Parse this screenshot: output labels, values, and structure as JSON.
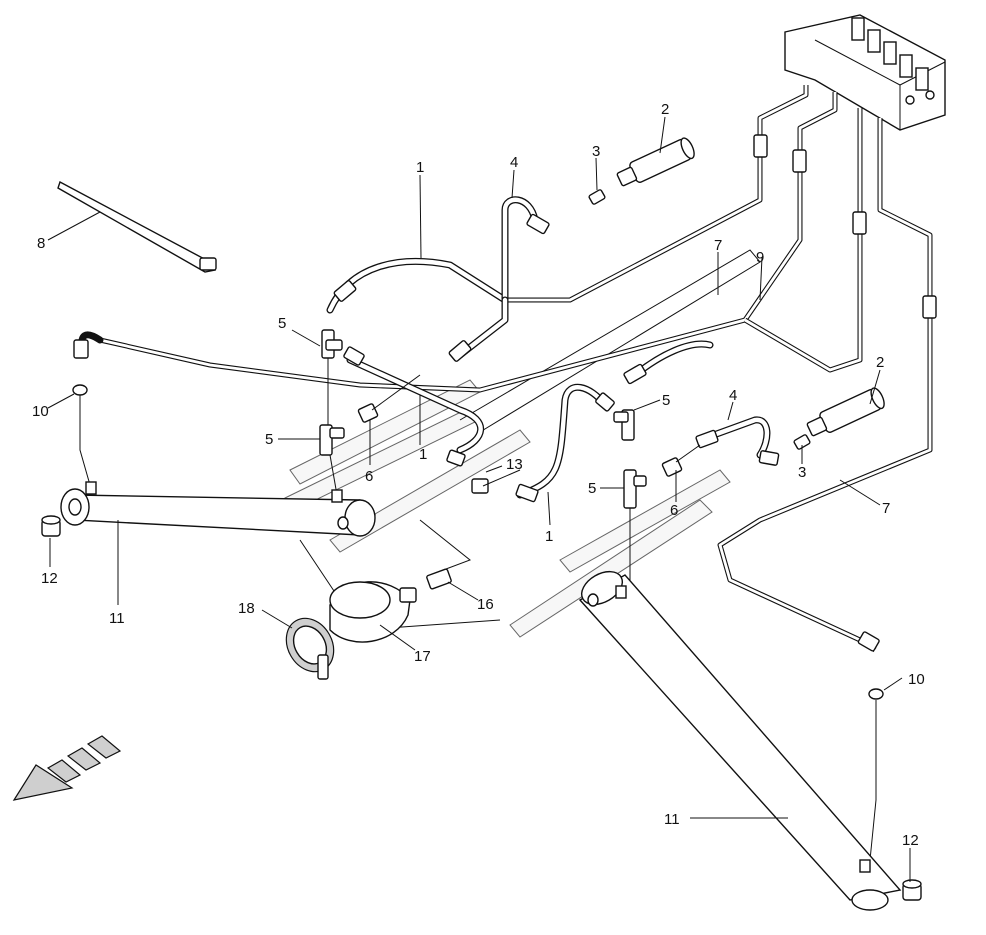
{
  "diagram": {
    "labels": [
      "1",
      "1",
      "1",
      "2",
      "2",
      "3",
      "3",
      "4",
      "4",
      "5",
      "5",
      "5",
      "5",
      "6",
      "6",
      "7",
      "7",
      "8",
      "9",
      "10",
      "10",
      "11",
      "11",
      "12",
      "12",
      "13",
      "16",
      "17",
      "18"
    ]
  }
}
